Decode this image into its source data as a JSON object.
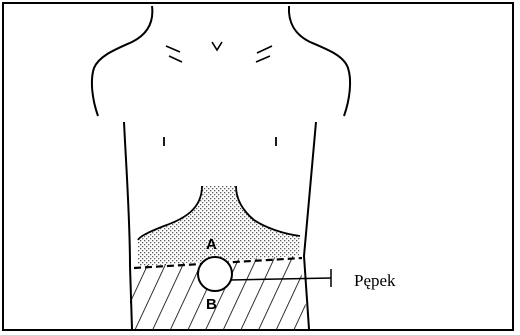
{
  "figure": {
    "navel_label": "Pępek",
    "region_upper_letter": "A",
    "region_lower_letter": "B",
    "colors": {
      "line": "#000000",
      "stipple": "#7a7a7a",
      "background": "#ffffff"
    }
  }
}
